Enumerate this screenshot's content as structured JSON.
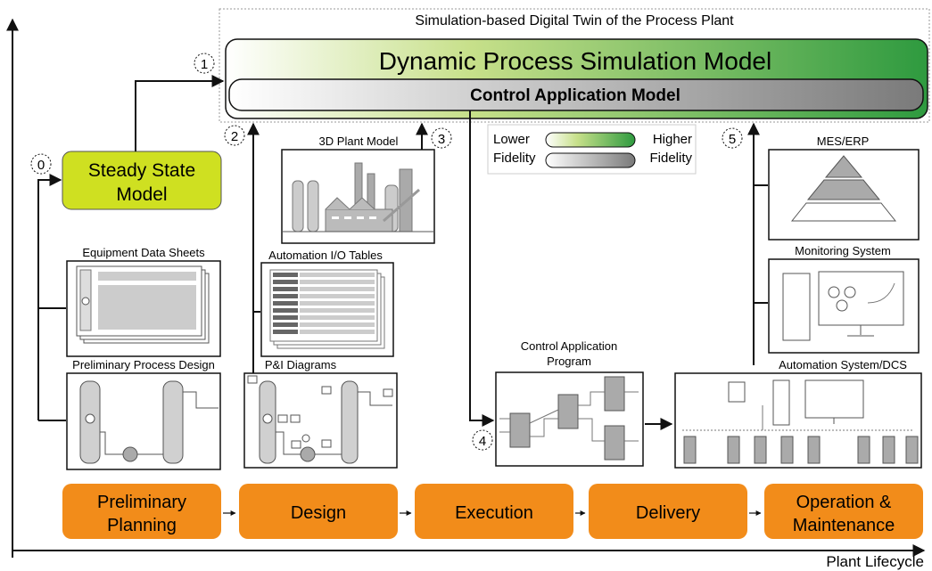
{
  "twin_title": "Simulation-based Digital Twin of the Process Plant",
  "dynamic_model": "Dynamic Process Simulation Model",
  "control_app_model": "Control Application Model",
  "steady_state": [
    "Steady State",
    "Model"
  ],
  "step_numbers": [
    "0",
    "1",
    "2",
    "3",
    "4",
    "5"
  ],
  "legend": {
    "lower": [
      "Lower",
      "Fidelity"
    ],
    "higher": [
      "Higher",
      "Fidelity"
    ]
  },
  "artifacts": {
    "equipment_data_sheets": "Equipment Data Sheets",
    "preliminary_process_design": "Preliminary Process Design",
    "plant_3d_model": "3D Plant Model",
    "automation_io_tables": "Automation I/O Tables",
    "pid_diagrams": "P&I Diagrams",
    "control_app_program": [
      "Control Application",
      "Program"
    ],
    "mes_erp": "MES/ERP",
    "monitoring_system": "Monitoring System",
    "automation_dcs": "Automation System/DCS"
  },
  "phases": [
    [
      "Preliminary",
      "Planning"
    ],
    [
      "Design"
    ],
    [
      "Execution"
    ],
    [
      "Delivery"
    ],
    [
      "Operation &",
      "Maintenance"
    ]
  ],
  "axis_label": "Plant Lifecycle",
  "colors": {
    "phase_fill": "#f28c1a",
    "steady_fill": "#cfe021",
    "high_green": "#2e9a3f",
    "low_green": "#ffffff"
  }
}
